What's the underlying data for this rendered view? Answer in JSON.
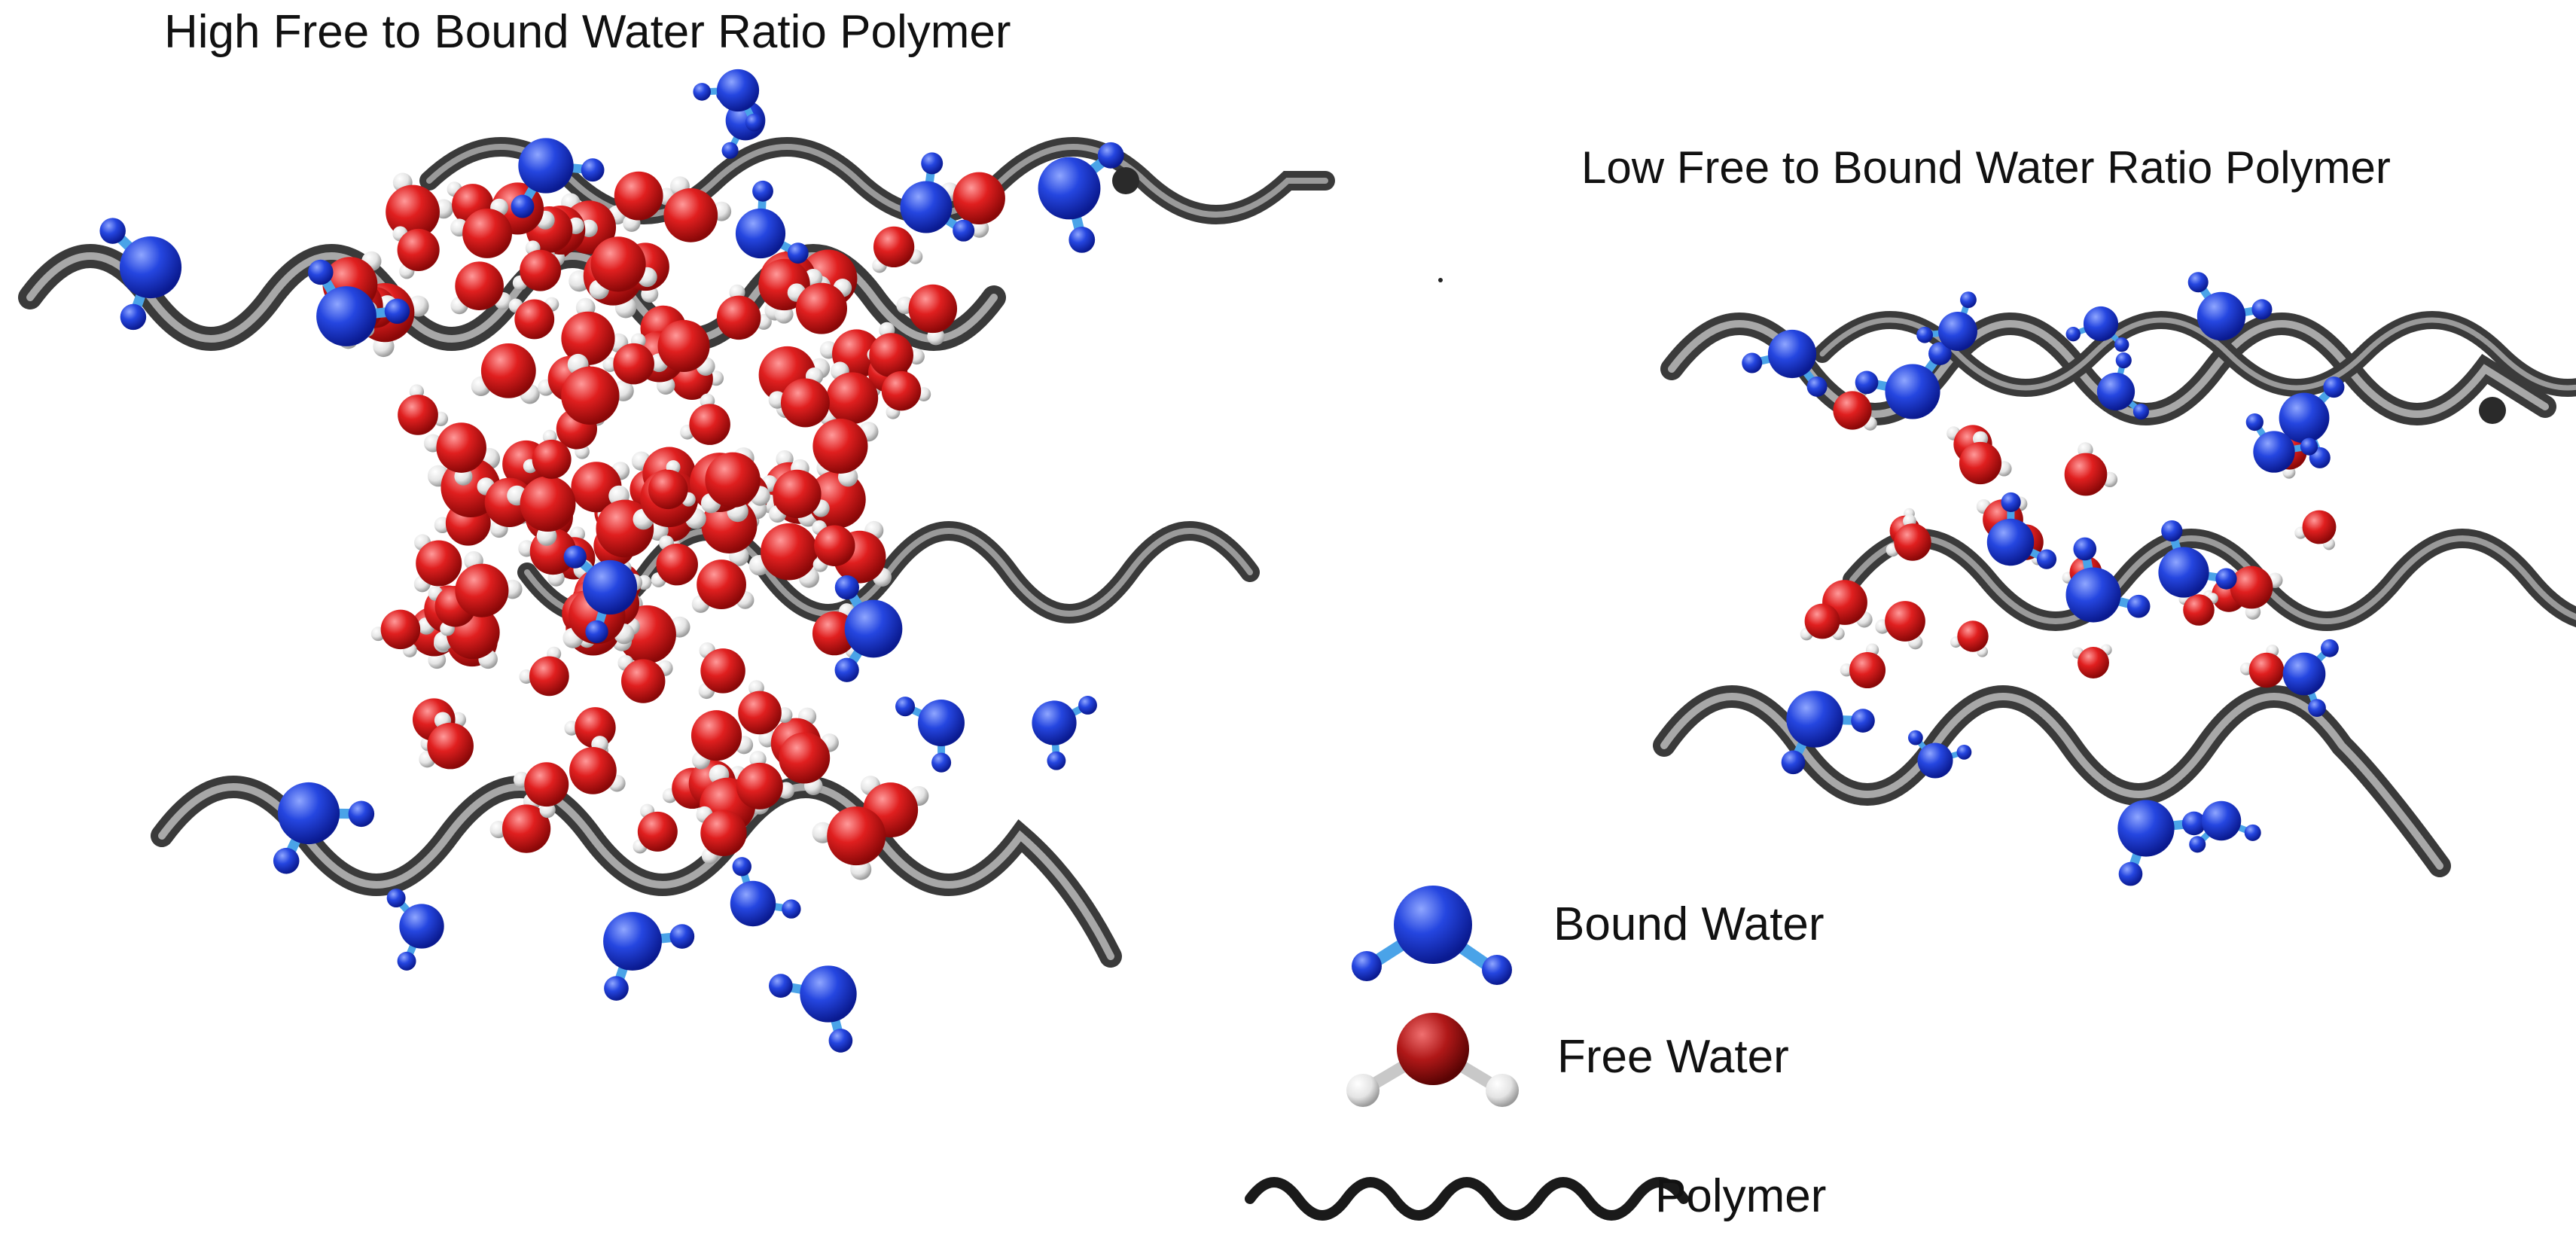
{
  "figure": {
    "title_left": "High Free to Bound Water Ratio Polymer",
    "title_right": "Low Free to Bound Water Ratio Polymer"
  },
  "legend": {
    "items": [
      {
        "label": "Bound Water",
        "icon": "bound-water-molecule-icon",
        "color": "#1f3fd8"
      },
      {
        "label": "Free Water",
        "icon": "free-water-molecule-icon",
        "color": "#d42020"
      },
      {
        "label": "Polymer",
        "icon": "polymer-chain-icon",
        "color": "#1a1a1a"
      }
    ]
  },
  "colors": {
    "bound_water": "#1f3fd8",
    "bound_water_bond": "#4aa3e8",
    "free_water": "#e02020",
    "hydrogen_free": "#e8e8e8",
    "polymer": "#5a5a5a",
    "polymer_legend": "#1a1a1a",
    "background": "#ffffff"
  }
}
